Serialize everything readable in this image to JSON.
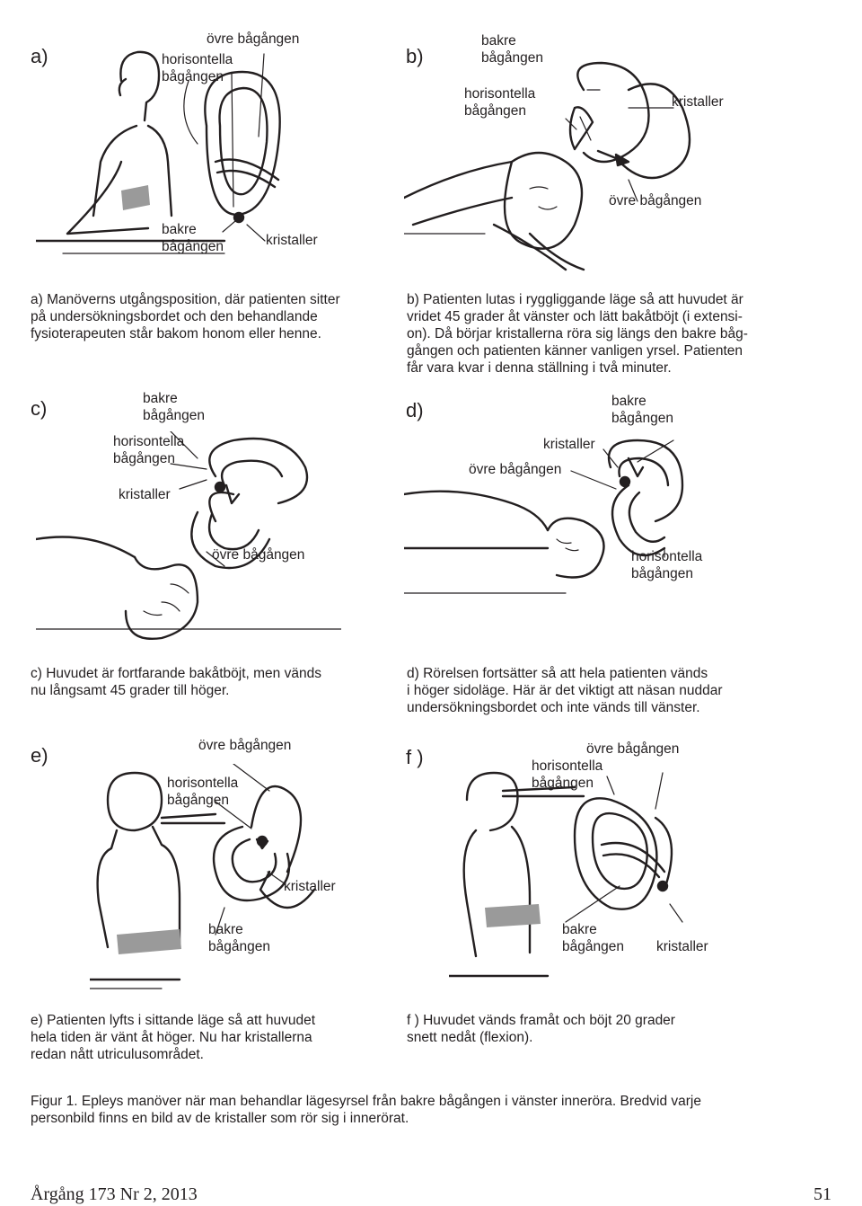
{
  "panels": {
    "a": {
      "letter": "a)",
      "labels": {
        "ovre": "övre bågången",
        "horisontella": "horisontella\nbågången",
        "bakre": "bakre\nbågången",
        "kristaller": "kristaller"
      },
      "caption": [
        "a) Manöverns utgångsposition, där patienten sitter",
        "på undersökningsbordet och den behandlande",
        "fysioterapeuten står bakom honom eller henne."
      ]
    },
    "b": {
      "letter": "b)",
      "labels": {
        "bakre": "bakre\nbågången",
        "horisontella": "horisontella\nbågången",
        "kristaller": "kristaller",
        "ovre": "övre bågången"
      },
      "caption": [
        "b) Patienten lutas i ryggliggande läge så att huvudet är",
        "vridet 45 grader åt vänster och lätt bakåtböjt (i extensi-",
        "on). Då börjar kristallerna röra sig längs den bakre båg-",
        "gången och patienten känner vanligen yrsel. Patienten",
        "får vara kvar i denna ställning i två minuter."
      ]
    },
    "c": {
      "letter": "c)",
      "labels": {
        "bakre": "bakre\nbågången",
        "horisontella": "horisontella\nbågången",
        "kristaller": "kristaller",
        "ovre": "övre bågången"
      },
      "caption": [
        "c) Huvudet är fortfarande bakåtböjt, men vänds",
        "nu långsamt 45 grader till höger."
      ]
    },
    "d": {
      "letter": "d)",
      "labels": {
        "bakre": "bakre\nbågången",
        "kristaller": "kristaller",
        "ovre": "övre bågången",
        "horisontella": "horisontella\nbågången"
      },
      "caption": [
        "d) Rörelsen fortsätter så att hela patienten vänds",
        "i höger sidoläge. Här är det viktigt att näsan nuddar",
        "undersökningsbordet och inte vänds till vänster."
      ]
    },
    "e": {
      "letter": "e)",
      "labels": {
        "ovre": "övre bågången",
        "horisontella": "horisontella\nbågången",
        "kristaller": "kristaller",
        "bakre": "bakre\nbågången"
      },
      "caption": [
        "e) Patienten lyfts i sittande läge så att huvudet",
        "hela tiden är vänt åt höger. Nu har kristallerna",
        "redan nått utriculusområdet."
      ]
    },
    "f": {
      "letter": "f )",
      "labels": {
        "ovre": "övre bågången",
        "horisontella": "horisontella\nbågången",
        "bakre": "bakre\nbågången",
        "kristaller": "kristaller"
      },
      "caption": [
        "f ) Huvudet vänds framåt och böjt 20 grader",
        "snett nedåt (flexion)."
      ]
    }
  },
  "figure_caption": [
    "Figur 1. Epleys manöver när man behandlar lägesyrsel från bakre bågången i vänster inneröra. Bredvid varje",
    "personbild finns en bild av de kristaller som rör sig i innerörat."
  ],
  "footer": {
    "journal": "Årgång 173 Nr 2, 2013",
    "page": "51"
  }
}
